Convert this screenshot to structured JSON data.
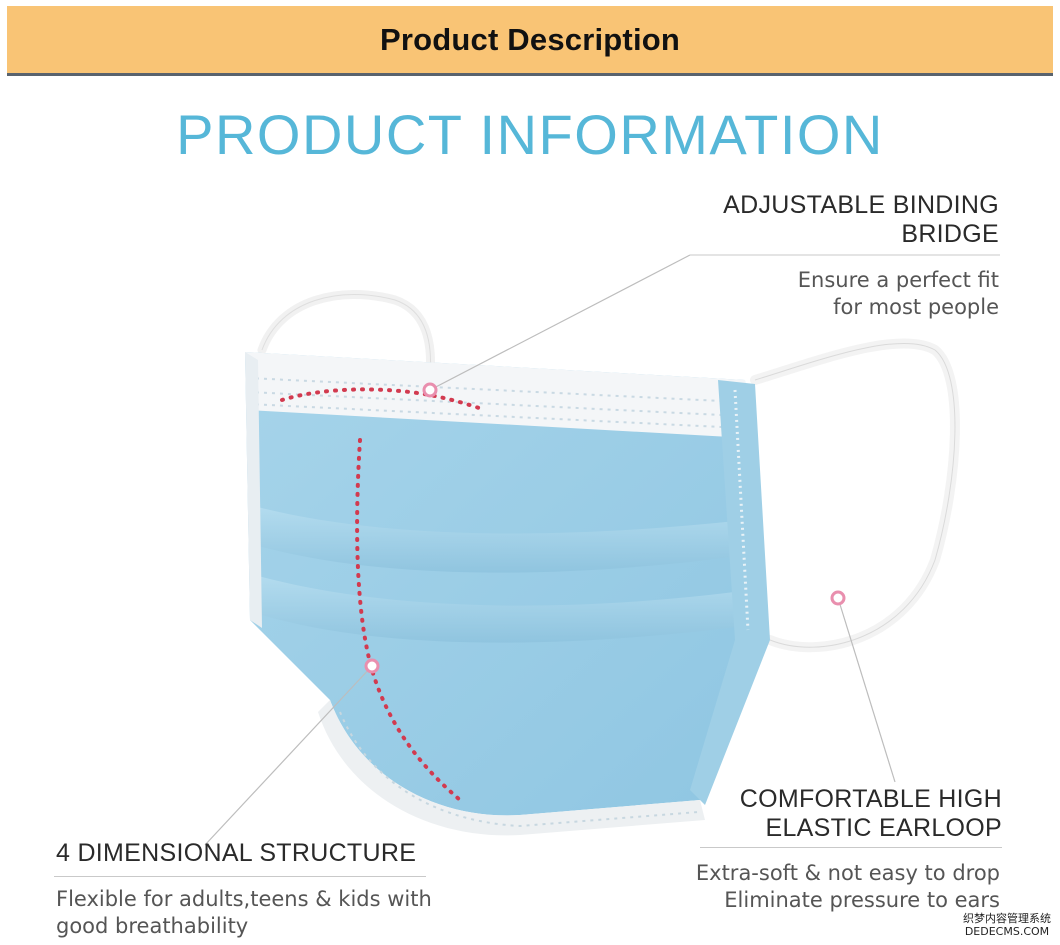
{
  "header": {
    "title": "Product Description"
  },
  "info_title": "PRODUCT INFORMATION",
  "callouts": {
    "bridge": {
      "label_line1": "ADJUSTABLE BINDING",
      "label_line2": "BRIDGE",
      "desc_line1": "Ensure a perfect fit",
      "desc_line2": "for most people"
    },
    "earloop": {
      "label_line1": "COMFORTABLE HIGH",
      "label_line2": "ELASTIC EARLOOP",
      "desc_line1": "Extra-soft & not easy to drop",
      "desc_line2": "Eliminate pressure to ears"
    },
    "structure": {
      "label": "4 DIMENSIONAL STRUCTURE",
      "desc_line1": "Flexible for adults,teens & kids with",
      "desc_line2": "good breathability"
    }
  },
  "watermark": {
    "line1": "织梦内容管理系统",
    "line2": "DEDECMS.COM"
  },
  "colors": {
    "header_bg": "#f9c475",
    "title_blue": "#56b7d8",
    "mask_blue": "#a9d6ec",
    "dot_red": "#d23a4f"
  }
}
